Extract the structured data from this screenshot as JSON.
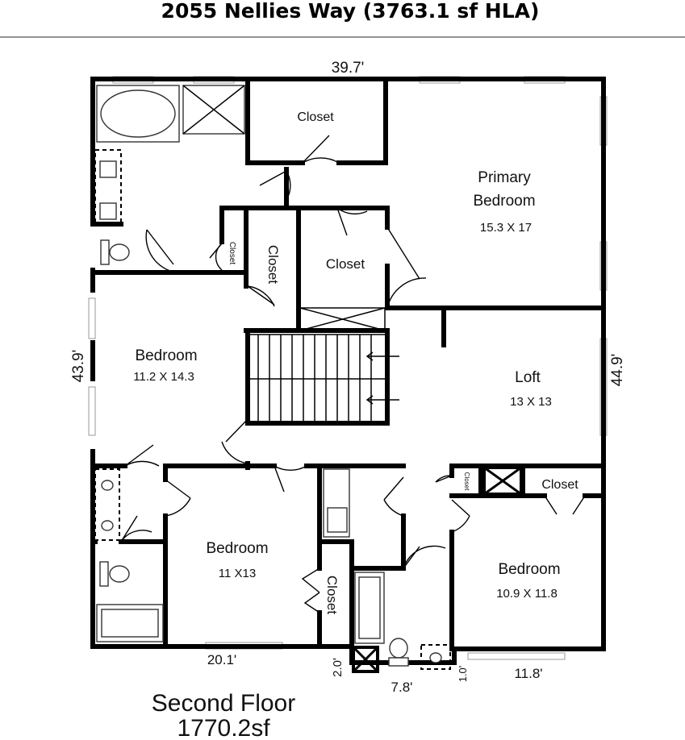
{
  "title": "2055 Nellies Way (3763.1 sf HLA)",
  "floor": {
    "name": "Second Floor",
    "area": "1770.2sf"
  },
  "dimensions": {
    "top": "39.7'",
    "left": "43.9'",
    "right": "44.9'",
    "bottom_left": "20.1'",
    "bottom_step": "2.0'",
    "bottom_mid": "7.8'",
    "bottom_step2": "1.0'",
    "bottom_right": "11.8'"
  },
  "rooms": {
    "primary_name": "Primary\nBedroom",
    "primary_line1": "Primary",
    "primary_line2": "Bedroom",
    "primary_size": "15.3 X 17",
    "loft_name": "Loft",
    "loft_size": "13 X 13",
    "bedroom_left_name": "Bedroom",
    "bedroom_left_size": "11.2 X 14.3",
    "bedroom_center_name": "Bedroom",
    "bedroom_center_size": "11 X13",
    "bedroom_right_name": "Bedroom",
    "bedroom_right_size": "10.9 X 11.8"
  },
  "closets": {
    "top": "Closet",
    "mid_vertical": "Closet",
    "mid": "Closet",
    "small": "Closet",
    "right": "Closet",
    "right_small": "Closet",
    "center_vertical": "Closet"
  }
}
